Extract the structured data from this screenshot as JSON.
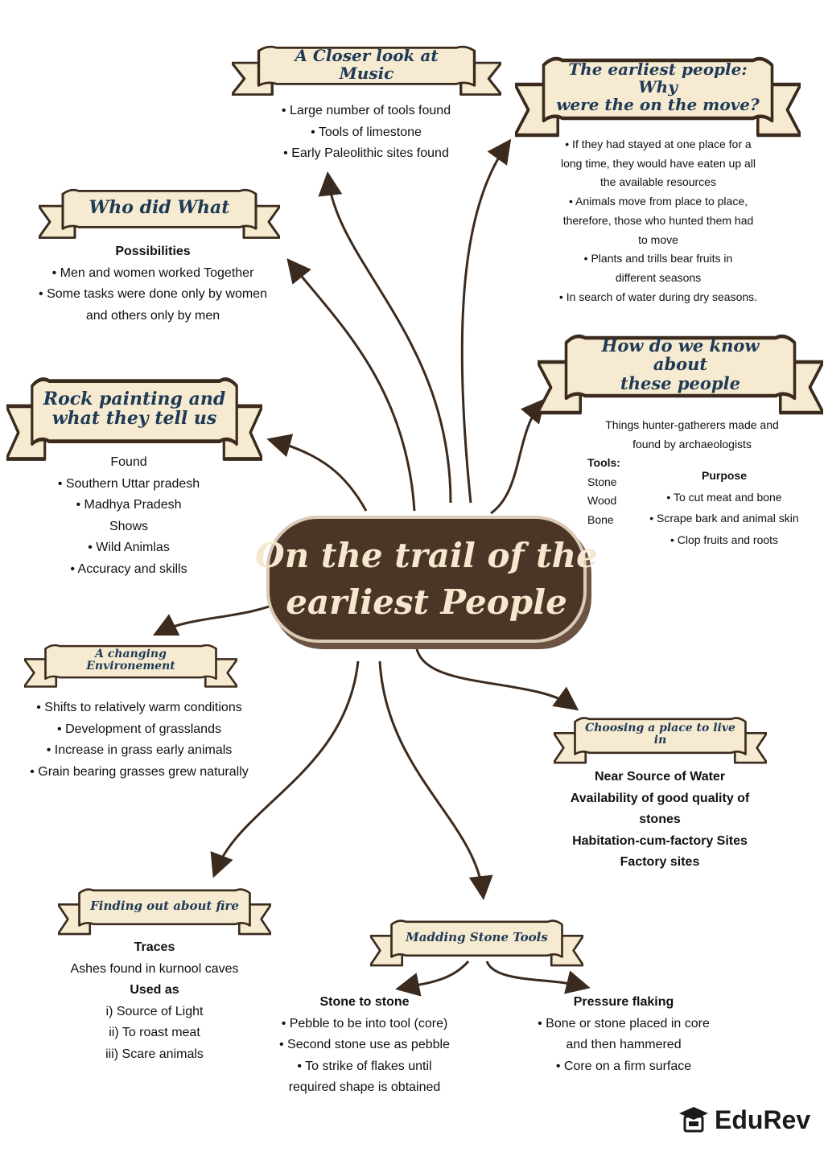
{
  "title": [
    "On the trail of the",
    "earliest People"
  ],
  "colors": {
    "banner_fill": "#f6ead0",
    "banner_stroke": "#3b2a1e",
    "title_bg": "#4a3526",
    "heading_text": "#1e3a56",
    "arrow": "#3b2a1e"
  },
  "sections": {
    "music": {
      "heading": "A Closer look at Music",
      "lines": [
        "• Large number of tools found",
        "• Tools of limestone",
        "• Early Paleolithic sites found"
      ]
    },
    "move": {
      "heading": [
        "The earliest people: Why",
        "were the on the move?"
      ],
      "lines": [
        "• If they had stayed at one place for a",
        "long time, they would have eaten up all",
        "the available resources",
        "• Animals move from place to place,",
        "therefore, those who hunted them had",
        "to move",
        "• Plants and trills bear fruits in",
        "different seasons",
        "• In search of water during dry seasons."
      ]
    },
    "who": {
      "heading": "Who did What",
      "subheading": "Possibilities",
      "lines": [
        "• Men and women worked Together",
        "• Some tasks were done only by women",
        "and others only by men"
      ]
    },
    "know": {
      "heading": [
        "How do we know about",
        "these people"
      ],
      "intro": [
        "Things hunter-gatherers made and",
        "found by archaeologists"
      ],
      "tools_label": "Tools:",
      "tools": [
        "Stone",
        "Wood",
        "Bone"
      ],
      "purpose_label": "Purpose",
      "purposes": [
        "• To cut meat and bone",
        "• Scrape bark and animal skin",
        "• Clop fruits and roots"
      ]
    },
    "rock": {
      "heading": [
        "Rock painting and",
        "what they tell us"
      ],
      "lines": [
        "Found",
        "• Southern Uttar pradesh",
        "• Madhya Pradesh",
        "Shows",
        "• Wild Animlas",
        "• Accuracy and skills"
      ]
    },
    "environment": {
      "heading": "A changing Environement",
      "lines": [
        "• Shifts to relatively warm conditions",
        "• Development of grasslands",
        "• Increase in grass early animals",
        "• Grain bearing grasses grew naturally"
      ]
    },
    "place": {
      "heading": "Choosing a place to live in",
      "lines": [
        "Near Source of Water",
        "Availability of good quality of",
        "stones",
        "Habitation-cum-factory Sites",
        "Factory sites"
      ]
    },
    "fire": {
      "heading": "Finding out about fire",
      "traces_label": "Traces",
      "traces": "Ashes found in kurnool caves",
      "used_label": "Used as",
      "uses": [
        "i) Source of Light",
        "ii) To roast meat",
        "iii) Scare animals"
      ]
    },
    "stone_tools": {
      "heading": "Madding Stone Tools",
      "stone_to_stone": {
        "label": "Stone to stone",
        "lines": [
          "• Pebble to be into tool (core)",
          "• Second stone use as pebble",
          "• To strike of flakes until",
          "required shape is obtained"
        ]
      },
      "pressure": {
        "label": "Pressure flaking",
        "lines": [
          "• Bone or stone placed in core",
          "and then hammered",
          "• Core on a firm surface"
        ]
      }
    }
  },
  "logo": {
    "text": "EduRev",
    "icon": "graduation-cap-icon"
  }
}
